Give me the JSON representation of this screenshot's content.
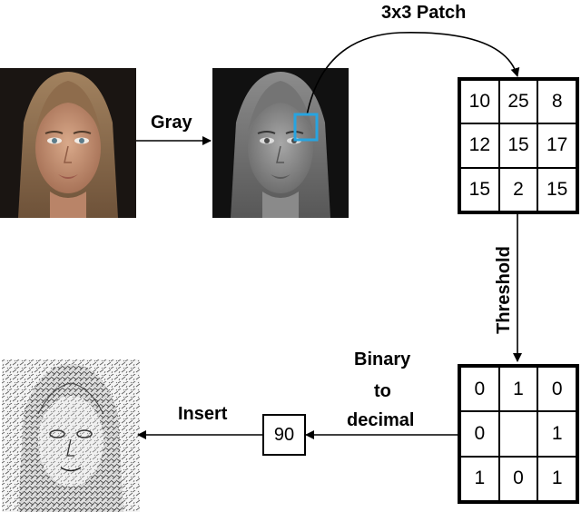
{
  "labels": {
    "gray": "Gray",
    "patch": "3x3 Patch",
    "threshold": "Threshold",
    "binary": "Binary",
    "to": "to",
    "decimal": "decimal",
    "insert": "Insert"
  },
  "patch_values": [
    "10",
    "25",
    "8",
    "12",
    "15",
    "17",
    "15",
    "2",
    "15"
  ],
  "binary_values": [
    "0",
    "1",
    "0",
    "0",
    "",
    "1",
    "1",
    "0",
    "1"
  ],
  "decimal_value": "90",
  "colors": {
    "highlight": "#27a4e0",
    "line": "#000000"
  }
}
